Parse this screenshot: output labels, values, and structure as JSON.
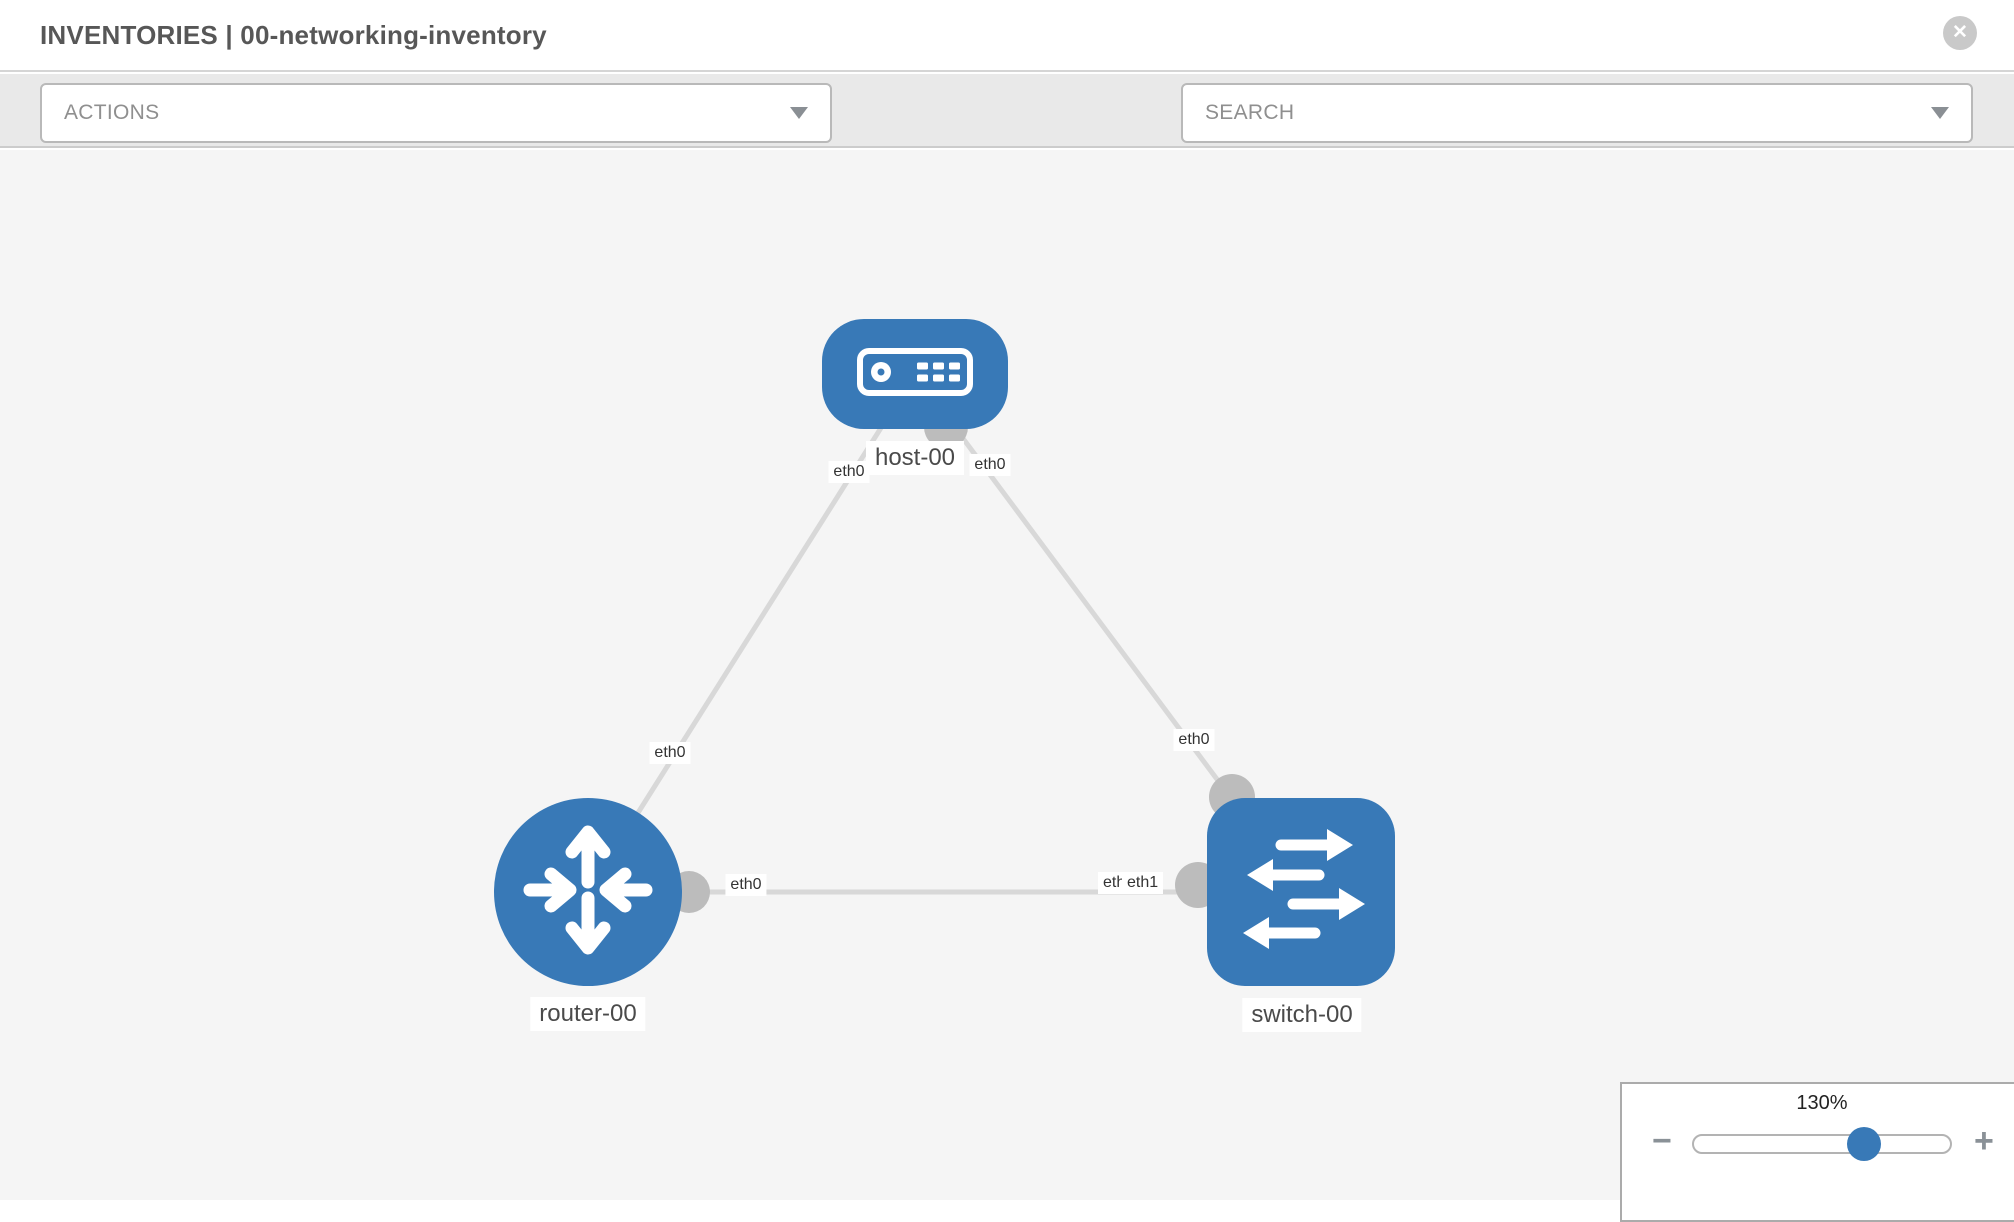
{
  "header": {
    "title": "INVENTORIES | 00-networking-inventory",
    "close_label": "✕"
  },
  "toolbar": {
    "actions_dropdown": {
      "label": "ACTIONS"
    },
    "search_dropdown": {
      "label": "SEARCH"
    },
    "icons": [
      "wrench-icon",
      "key-icon"
    ]
  },
  "diagram": {
    "nodes": [
      {
        "id": "host-00",
        "type": "host",
        "label": "host-00"
      },
      {
        "id": "router-00",
        "type": "router",
        "label": "router-00"
      },
      {
        "id": "switch-00",
        "type": "switch",
        "label": "switch-00"
      }
    ],
    "links": [
      {
        "source": "host-00",
        "target": "router-00",
        "source_interface": "eth0",
        "target_interface": "eth0"
      },
      {
        "source": "host-00",
        "target": "switch-00",
        "source_interface": "eth0",
        "target_interface": "eth0"
      },
      {
        "source": "router-00",
        "target": "switch-00",
        "source_interface": "eth0",
        "target_interface": "eth1",
        "target_interface_overlapped": "eth0"
      }
    ]
  },
  "zoom_control": {
    "level": "130%",
    "minus_label": "−",
    "plus_label": "+"
  },
  "colors": {
    "node_blue": "#3879b7",
    "edge_gray": "#d8d8d8",
    "endpoint_gray": "#bcbcbc",
    "icon_gray": "#8a9197",
    "canvas_bg": "#f5f5f5",
    "toolbar_bg": "#e9e9e9"
  }
}
